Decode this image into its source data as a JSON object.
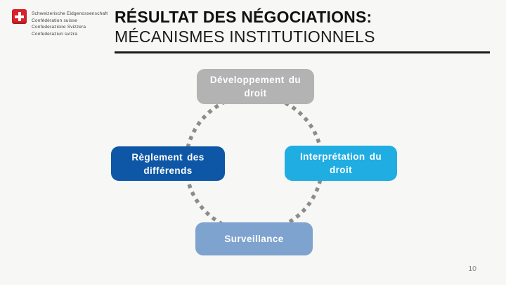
{
  "slide": {
    "background": "#f7f7f5",
    "page_number": "10"
  },
  "logo": {
    "flag_color": "#d8232a",
    "lines": [
      "Schweizerische Eidgenossenschaft",
      "Confédération suisse",
      "Confederazione Svizzera",
      "Confederaziun svizra"
    ]
  },
  "title": {
    "line1": "RÉSULTAT DES NÉGOCIATIONS:",
    "line2": "MÉCANISMES INSTITUTIONNELS",
    "underline_color": "#1a1a1a"
  },
  "diagram": {
    "type": "cycle",
    "circle_color": "#8c8c8c",
    "nodes": [
      {
        "position": "top",
        "label": "Développement du droit",
        "color": "#b3b3b3",
        "text_color": "#ffffff"
      },
      {
        "position": "right",
        "label": "Interprétation du droit",
        "color": "#1fade2",
        "text_color": "#ffffff"
      },
      {
        "position": "bottom",
        "label": "Surveillance",
        "color": "#7ea3ce",
        "text_color": "#ffffff"
      },
      {
        "position": "left",
        "label": "Règlement des différends",
        "color": "#0e57a6",
        "text_color": "#ffffff"
      }
    ]
  }
}
